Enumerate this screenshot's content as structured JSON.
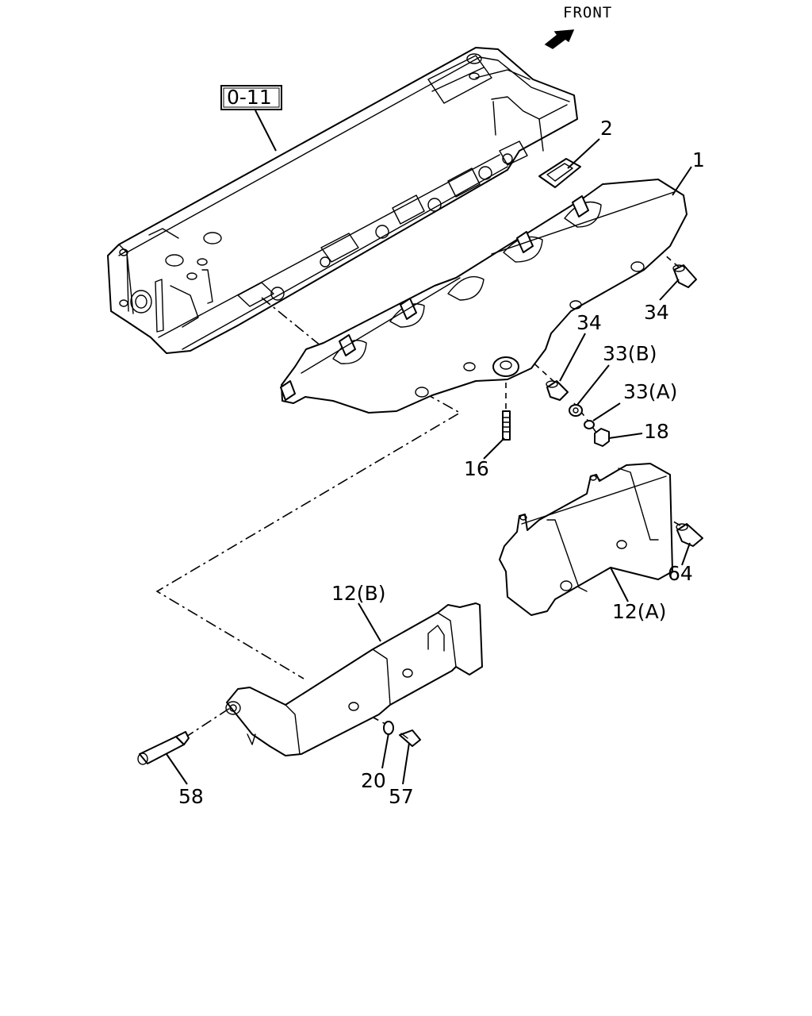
{
  "orientation": {
    "front_label": "FRONT"
  },
  "reference": {
    "label": "0-11"
  },
  "callouts": {
    "c1": "1",
    "c2": "2",
    "c34a": "34",
    "c34b": "34",
    "c33b": "33(B)",
    "c33a": "33(A)",
    "c18": "18",
    "c16": "16",
    "c64": "64",
    "c12a": "12(A)",
    "c12b": "12(B)",
    "c20": "20",
    "c57": "57",
    "c58": "58"
  }
}
